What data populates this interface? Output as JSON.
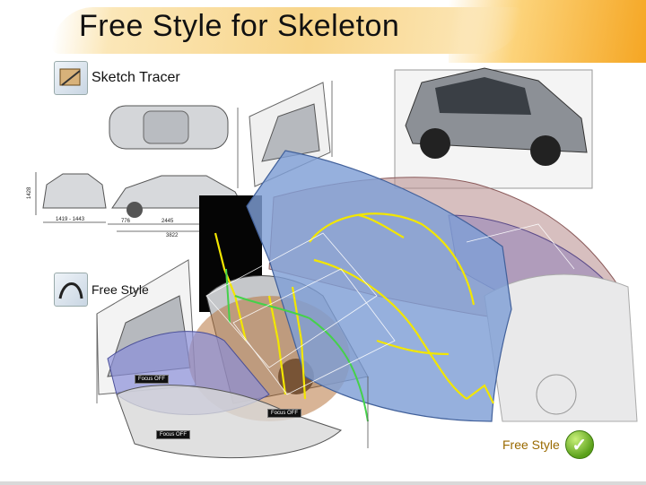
{
  "title": "Free Style for Skeleton",
  "labels": {
    "sketch_tracer": "Sketch Tracer",
    "free_style_tool": "Free Style"
  },
  "blueprint_dims": {
    "height": "1428",
    "track": "1419 - 1443",
    "overhang": "776",
    "wheelbase": "2445",
    "length": "3822"
  },
  "focus_tags": [
    "Focus OFF",
    "Focus OFF",
    "Focus OFF"
  ],
  "badge": {
    "label": "Free Style",
    "icon": "check-icon"
  },
  "colors": {
    "title_accent": "#f8d58a",
    "banner": "#f5a623",
    "surface_blue": "#7f9fd6",
    "surface_purple": "#8a7ab8",
    "surface_rose": "#b78a8a",
    "curve_yellow": "#f2e600",
    "curve_green": "#45d14a",
    "badge_green": "#5aa01a",
    "badge_text": "#9a6a00"
  }
}
